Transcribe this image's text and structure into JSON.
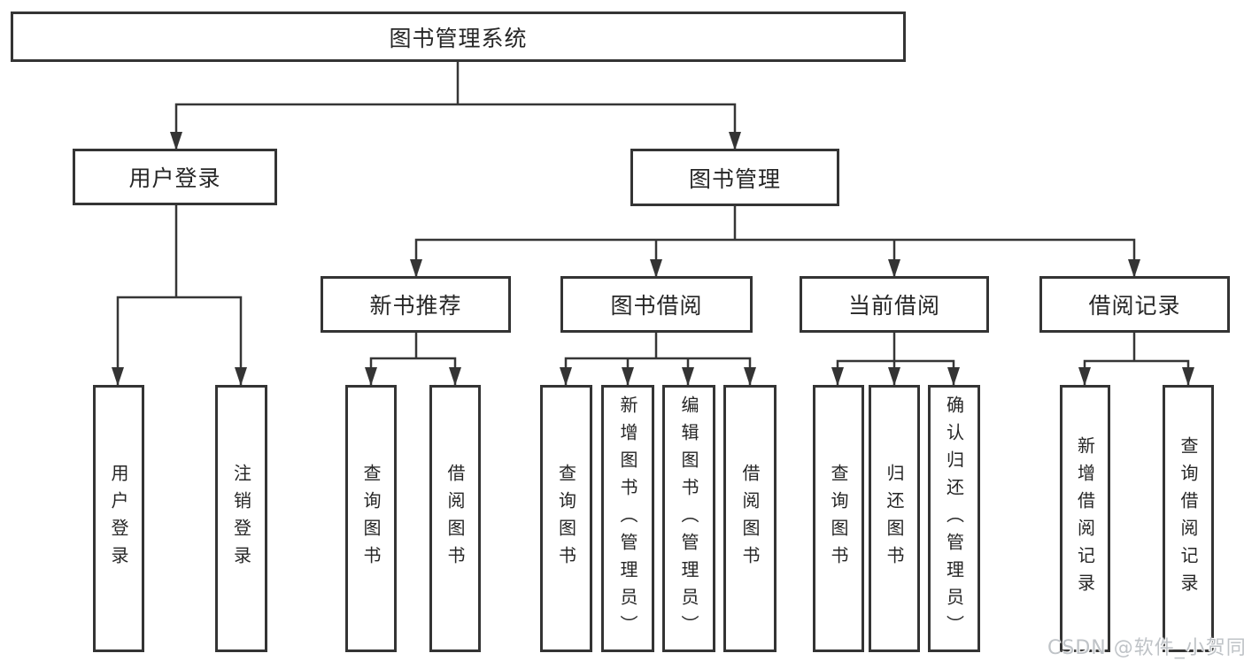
{
  "tree": {
    "root": {
      "label": "图书管理系统"
    },
    "children": [
      {
        "label": "用户登录",
        "children": [
          {
            "label": "用户登录"
          },
          {
            "label": "注销登录"
          }
        ]
      },
      {
        "label": "图书管理",
        "children": [
          {
            "label": "新书推荐",
            "children": [
              {
                "label": "查询图书"
              },
              {
                "label": "借阅图书"
              }
            ]
          },
          {
            "label": "图书借阅",
            "children": [
              {
                "label": "查询图书"
              },
              {
                "label": "新增图书（管理员）"
              },
              {
                "label": "编辑图书（管理员）"
              },
              {
                "label": "借阅图书"
              }
            ]
          },
          {
            "label": "当前借阅",
            "children": [
              {
                "label": "查询图书"
              },
              {
                "label": "归还图书"
              },
              {
                "label": "确认归还（管理员）"
              }
            ]
          },
          {
            "label": "借阅记录",
            "children": [
              {
                "label": "新增借阅记录"
              },
              {
                "label": "查询借阅记录"
              }
            ]
          }
        ]
      }
    ]
  },
  "colors": {
    "line": "#363636",
    "border": "#343434",
    "text": "#262626",
    "watermark": "#bfc3c7"
  },
  "watermark": {
    "text": "CSDN @软件_小贺同学"
  }
}
